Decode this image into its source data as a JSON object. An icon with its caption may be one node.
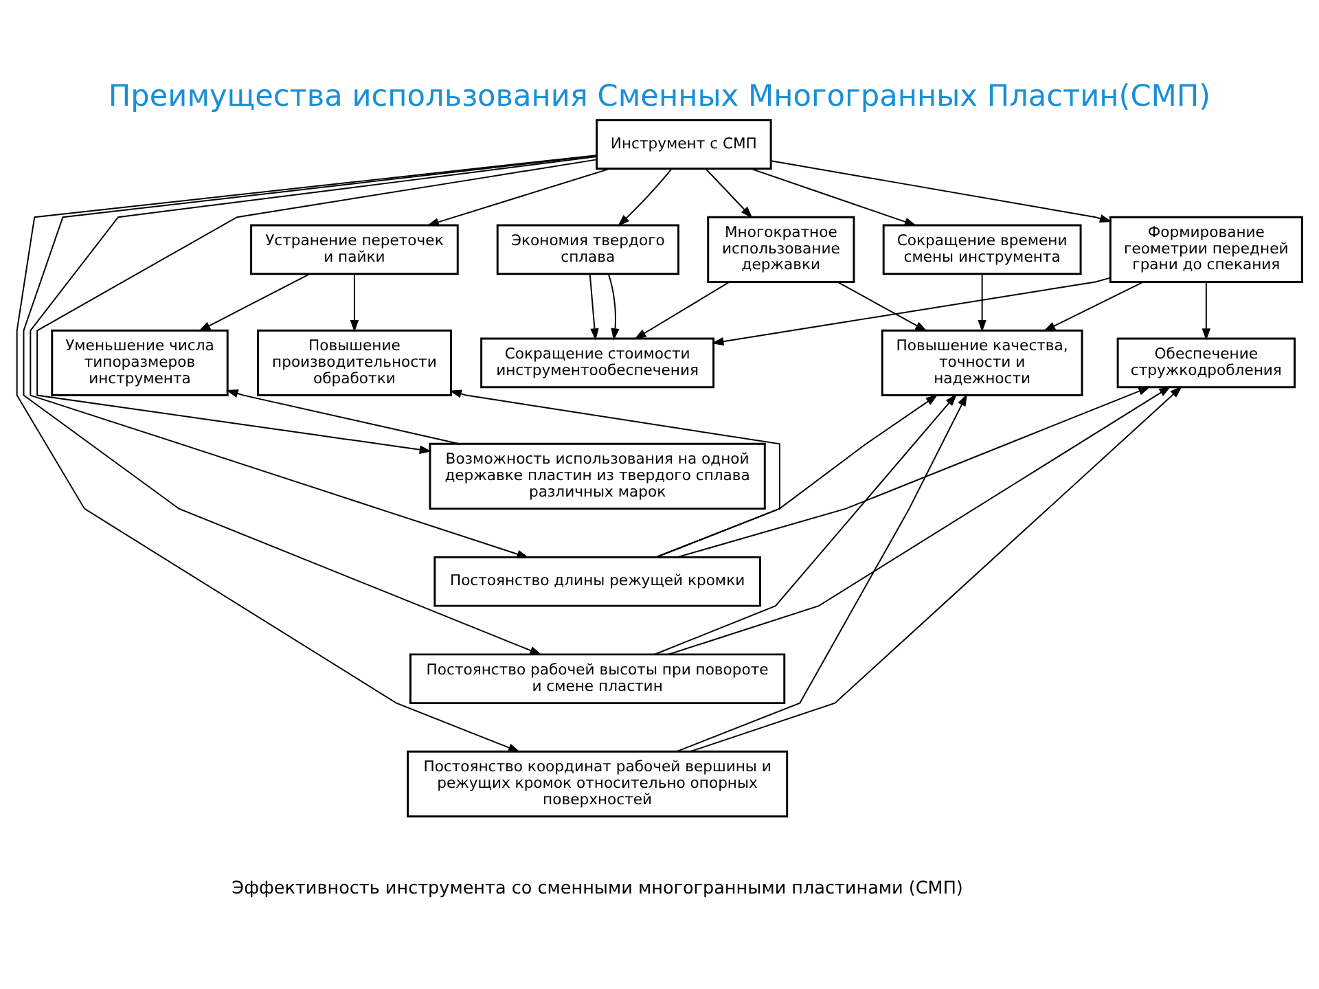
{
  "diagram": {
    "title": "Преимущества использования Сменных Многогранных Пластин(СМП)",
    "caption": "Эффективность инструмента со сменными многогранными пластинами (СМП)",
    "nodes": [
      {
        "text": [
          "Инструмент с СМП"
        ]
      },
      {
        "text": [
          "Многократное использование державки"
        ]
      },
      {
        "text": [
          "Формирование геометрии передней грани до спекания"
        ]
      },
      {
        "text": [
          "Устранение переточек и пайки"
        ]
      },
      {
        "text": [
          "Сокращение времени смены инструмента"
        ]
      },
      {
        "text": [
          "Экономия твердого сплава"
        ]
      },
      {
        "text": [
          "Повышение качества, точности и надежности"
        ]
      },
      {
        "text": [
          "Обеспечение стружкодробления"
        ]
      },
      {
        "text": [
          "Повышение производительности обработки"
        ]
      },
      {
        "text": [
          "Уменьшение числа типоразмеров инструмента"
        ]
      },
      {
        "text": [
          "Сокращение стоимости инструментообеспечения"
        ]
      },
      {
        "text": [
          "Возможность использования на одной державке пластин из твердого сплава различных марок"
        ]
      },
      {
        "text": [
          "Постоянство длины режущей кромки"
        ]
      },
      {
        "text": [
          "Постоянство рабочей высоты при повороте и смене пластин"
        ]
      },
      {
        "text": [
          "Постоянство координат рабочей вершины и режущих кромок относительно опорных поверхностей"
        ]
      }
    ],
    "edges": [
      {
        "from": 0,
        "to": 1,
        "arrow": "to"
      },
      {
        "from": 0,
        "to": 2,
        "arrow": "to"
      },
      {
        "from": 0,
        "to": 3,
        "arrow": "to"
      },
      {
        "from": 0,
        "to": 4,
        "arrow": "to"
      },
      {
        "from": 0,
        "to": 5,
        "arrow": "to"
      },
      {
        "from": 0,
        "to": 11,
        "arrow": "to"
      },
      {
        "from": 0,
        "to": 12,
        "arrow": "to"
      },
      {
        "from": 0,
        "to": 13,
        "arrow": "to"
      },
      {
        "from": 0,
        "to": 14,
        "arrow": "to"
      },
      {
        "from": 1,
        "to": 6,
        "arrow": "to"
      },
      {
        "from": 2,
        "to": 6,
        "arrow": "to"
      },
      {
        "from": 4,
        "to": 6,
        "arrow": "to"
      },
      {
        "from": 2,
        "to": 7,
        "arrow": "to"
      },
      {
        "from": 3,
        "to": 8,
        "arrow": "to"
      },
      {
        "from": 3,
        "to": 9,
        "arrow": "to"
      },
      {
        "from": 1,
        "to": 10,
        "arrow": "to"
      },
      {
        "from": 2,
        "to": 10,
        "arrow": "to"
      },
      {
        "from": 5,
        "to": 10,
        "arrow": "to"
      },
      {
        "from": 5,
        "to": 10,
        "arrow": "to"
      },
      {
        "from": 11,
        "to": 9,
        "arrow": "to"
      },
      {
        "from": 12,
        "to": 8,
        "arrow": "to"
      },
      {
        "from": 12,
        "to": 7,
        "arrow": "to"
      },
      {
        "from": 12,
        "to": 6,
        "arrow": "to"
      },
      {
        "from": 13,
        "to": 7,
        "arrow": "to"
      },
      {
        "from": 13,
        "to": 6,
        "arrow": "to"
      },
      {
        "from": 14,
        "to": 7,
        "arrow": "to"
      },
      {
        "from": 14,
        "to": 6,
        "arrow": "to"
      }
    ]
  }
}
